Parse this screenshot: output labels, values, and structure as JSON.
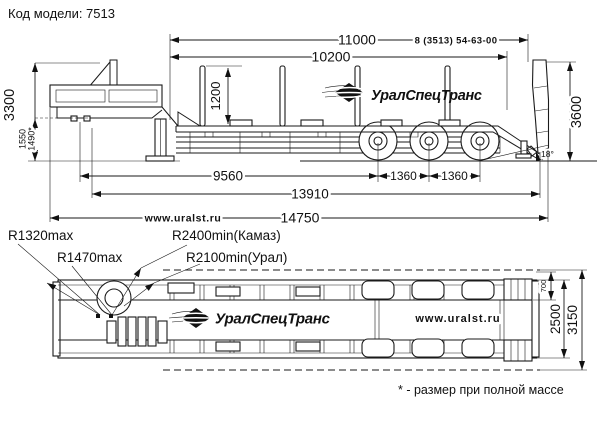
{
  "header": {
    "model_code": "Код модели: 7513"
  },
  "branding": {
    "name": "УралСпецТранс",
    "website": "www.uralst.ru",
    "phone": "8 (3513) 54-63-00"
  },
  "side_view": {
    "dims": {
      "len_11000": "11000",
      "len_10200": "10200",
      "stake_height": "1200",
      "height_3300": "3300",
      "saddle_1550": "1550",
      "saddle_1490": "1490*",
      "len_9560": "9560",
      "axle_1360_a": "1360",
      "axle_1360_b": "1360",
      "len_13910": "13910",
      "len_14750": "14750",
      "ramp_3600": "3600",
      "angle_18": "18°"
    }
  },
  "plan_view": {
    "dims": {
      "ramp_700": "700",
      "width_2500": "2500",
      "width_3150": "3150"
    },
    "radii": {
      "r1320": "R1320max",
      "r1470": "R1470max",
      "r2400": "R2400min(Камаз)",
      "r2100": "R2100min(Урал)"
    }
  },
  "footnote": "* - размер при полной массе"
}
